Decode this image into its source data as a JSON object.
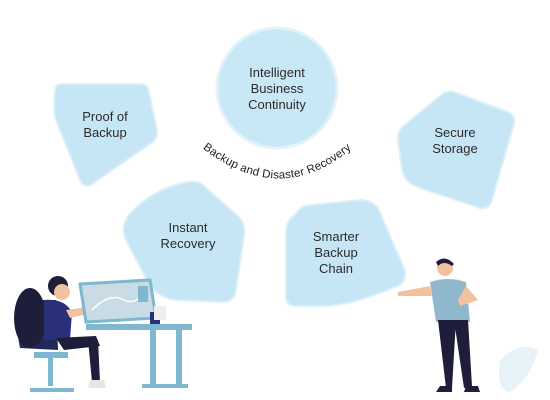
{
  "diagram": {
    "center_label": "Backup and Disaster Recovery",
    "nodes": [
      {
        "id": "intelligent",
        "lines": [
          "Intelligent",
          "Business",
          "Continuity"
        ]
      },
      {
        "id": "proof",
        "lines": [
          "Proof of",
          "Backup"
        ]
      },
      {
        "id": "secure",
        "lines": [
          "Secure",
          "Storage"
        ]
      },
      {
        "id": "instant",
        "lines": [
          "Instant",
          "Recovery"
        ]
      },
      {
        "id": "smarter",
        "lines": [
          "Smarter",
          "Backup",
          "Chain"
        ]
      }
    ]
  },
  "colors": {
    "blob_fill": "#c5e6f5",
    "blob_stroke": "#d9eef8",
    "text": "#2b2b2b",
    "figure_dark": "#1e1e3a",
    "figure_shirt": "#2a2f7a",
    "figure_accent": "#7fb6d0",
    "man_shirt": "#8fb8cc"
  },
  "icons": [
    "woman-at-drawing-desk-illustration",
    "man-pointing-illustration"
  ]
}
